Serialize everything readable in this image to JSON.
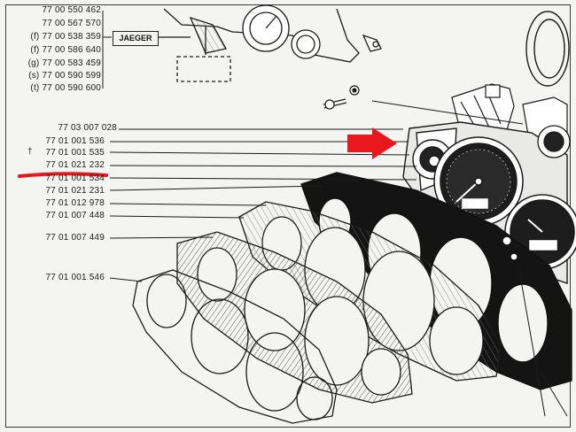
{
  "top_list": [
    {
      "text": "77 00 550 462"
    },
    {
      "text": "77 00 567 570"
    },
    {
      "text": "(f) 77 00 538 359"
    },
    {
      "text": "(f) 77 00 586 640"
    },
    {
      "text": "(g) 77 00 583 459"
    },
    {
      "text": "(s) 77 00 590 599"
    },
    {
      "text": "(t) 77 00 590 600"
    }
  ],
  "jaeger_label": "JAEGER",
  "callouts": [
    {
      "text": "77 03 007 028"
    },
    {
      "text": "77 01 001 536"
    },
    {
      "text": "77 01 001 535"
    },
    {
      "text": "77 01 021 232"
    },
    {
      "text": "77 01 001 534"
    },
    {
      "text": "77 01 021 231"
    },
    {
      "text": "77 01 012 978"
    },
    {
      "text": "77 01 007 448"
    },
    {
      "text": "77 01 007 449"
    },
    {
      "text": "77 01 001 546"
    }
  ],
  "dagger_symbol": "†",
  "highlight_color": "#e8181c",
  "line_color": "#1a1a1a",
  "highlighted_part": "77 01 021 232"
}
